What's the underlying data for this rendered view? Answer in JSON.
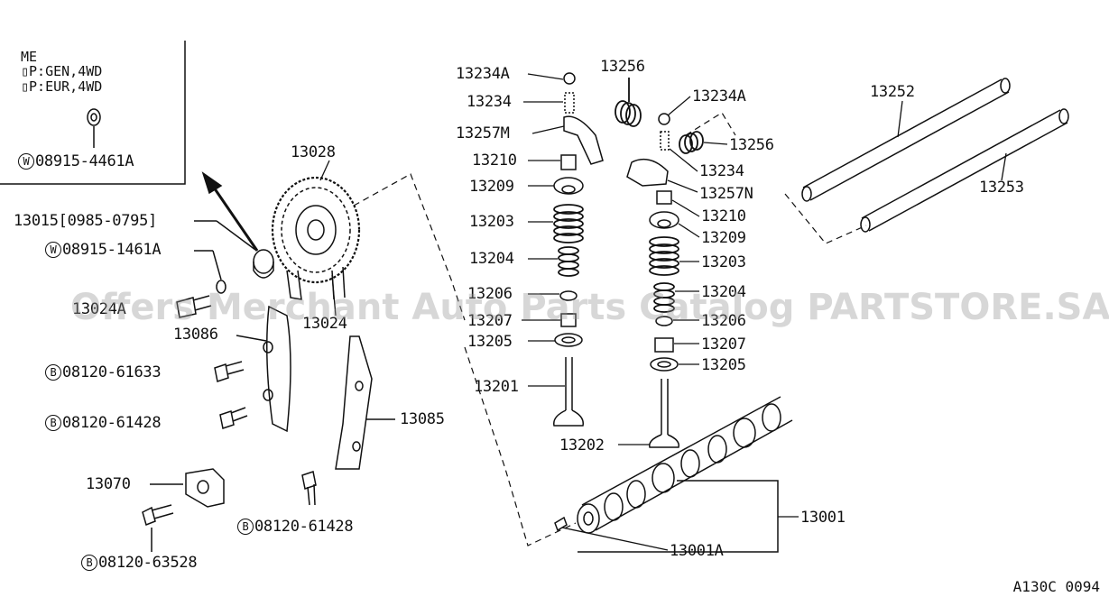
{
  "inset": {
    "lines": [
      "ME",
      "▯P:GEN,4WD",
      "▯P:EUR,4WD"
    ],
    "washer_part": "08915-4461A"
  },
  "labels": {
    "p13028": "13028",
    "p13015": "13015[0985-0795]",
    "p08915_1461A": "08915-1461A",
    "p13024A": "13024A",
    "p13024": "13024",
    "p13086": "13086",
    "p08120_61633": "08120-61633",
    "p08120_61428_a": "08120-61428",
    "p13085": "13085",
    "p13070": "13070",
    "p08120_61428_b": "08120-61428",
    "p08120_63528": "08120-63528",
    "p13234A_l": "13234A",
    "p13234_l": "13234",
    "p13257M": "13257M",
    "p13210_l": "13210",
    "p13209_l": "13209",
    "p13203_l": "13203",
    "p13204_l": "13204",
    "p13206_l": "13206",
    "p13207_l": "13207",
    "p13205_l": "13205",
    "p13201": "13201",
    "p13256_top": "13256",
    "p13234A_r": "13234A",
    "p13256_r": "13256",
    "p13234_r": "13234",
    "p13257N": "13257N",
    "p13210_r": "13210",
    "p13209_r": "13209",
    "p13203_r": "13203",
    "p13204_r": "13204",
    "p13206_r": "13206",
    "p13207_r": "13207",
    "p13205_r": "13205",
    "p13202": "13202",
    "p13001": "13001",
    "p13001A": "13001A",
    "p13252": "13252",
    "p13253": "13253"
  },
  "symbols": {
    "washer": "W",
    "bolt": "B"
  },
  "watermark": "Offers Merchant Auto Parts Catalog PARTSTORE.SA",
  "diagram_code": "A130C 0094",
  "colors": {
    "ink": "#111111",
    "watermark": "#969696"
  }
}
